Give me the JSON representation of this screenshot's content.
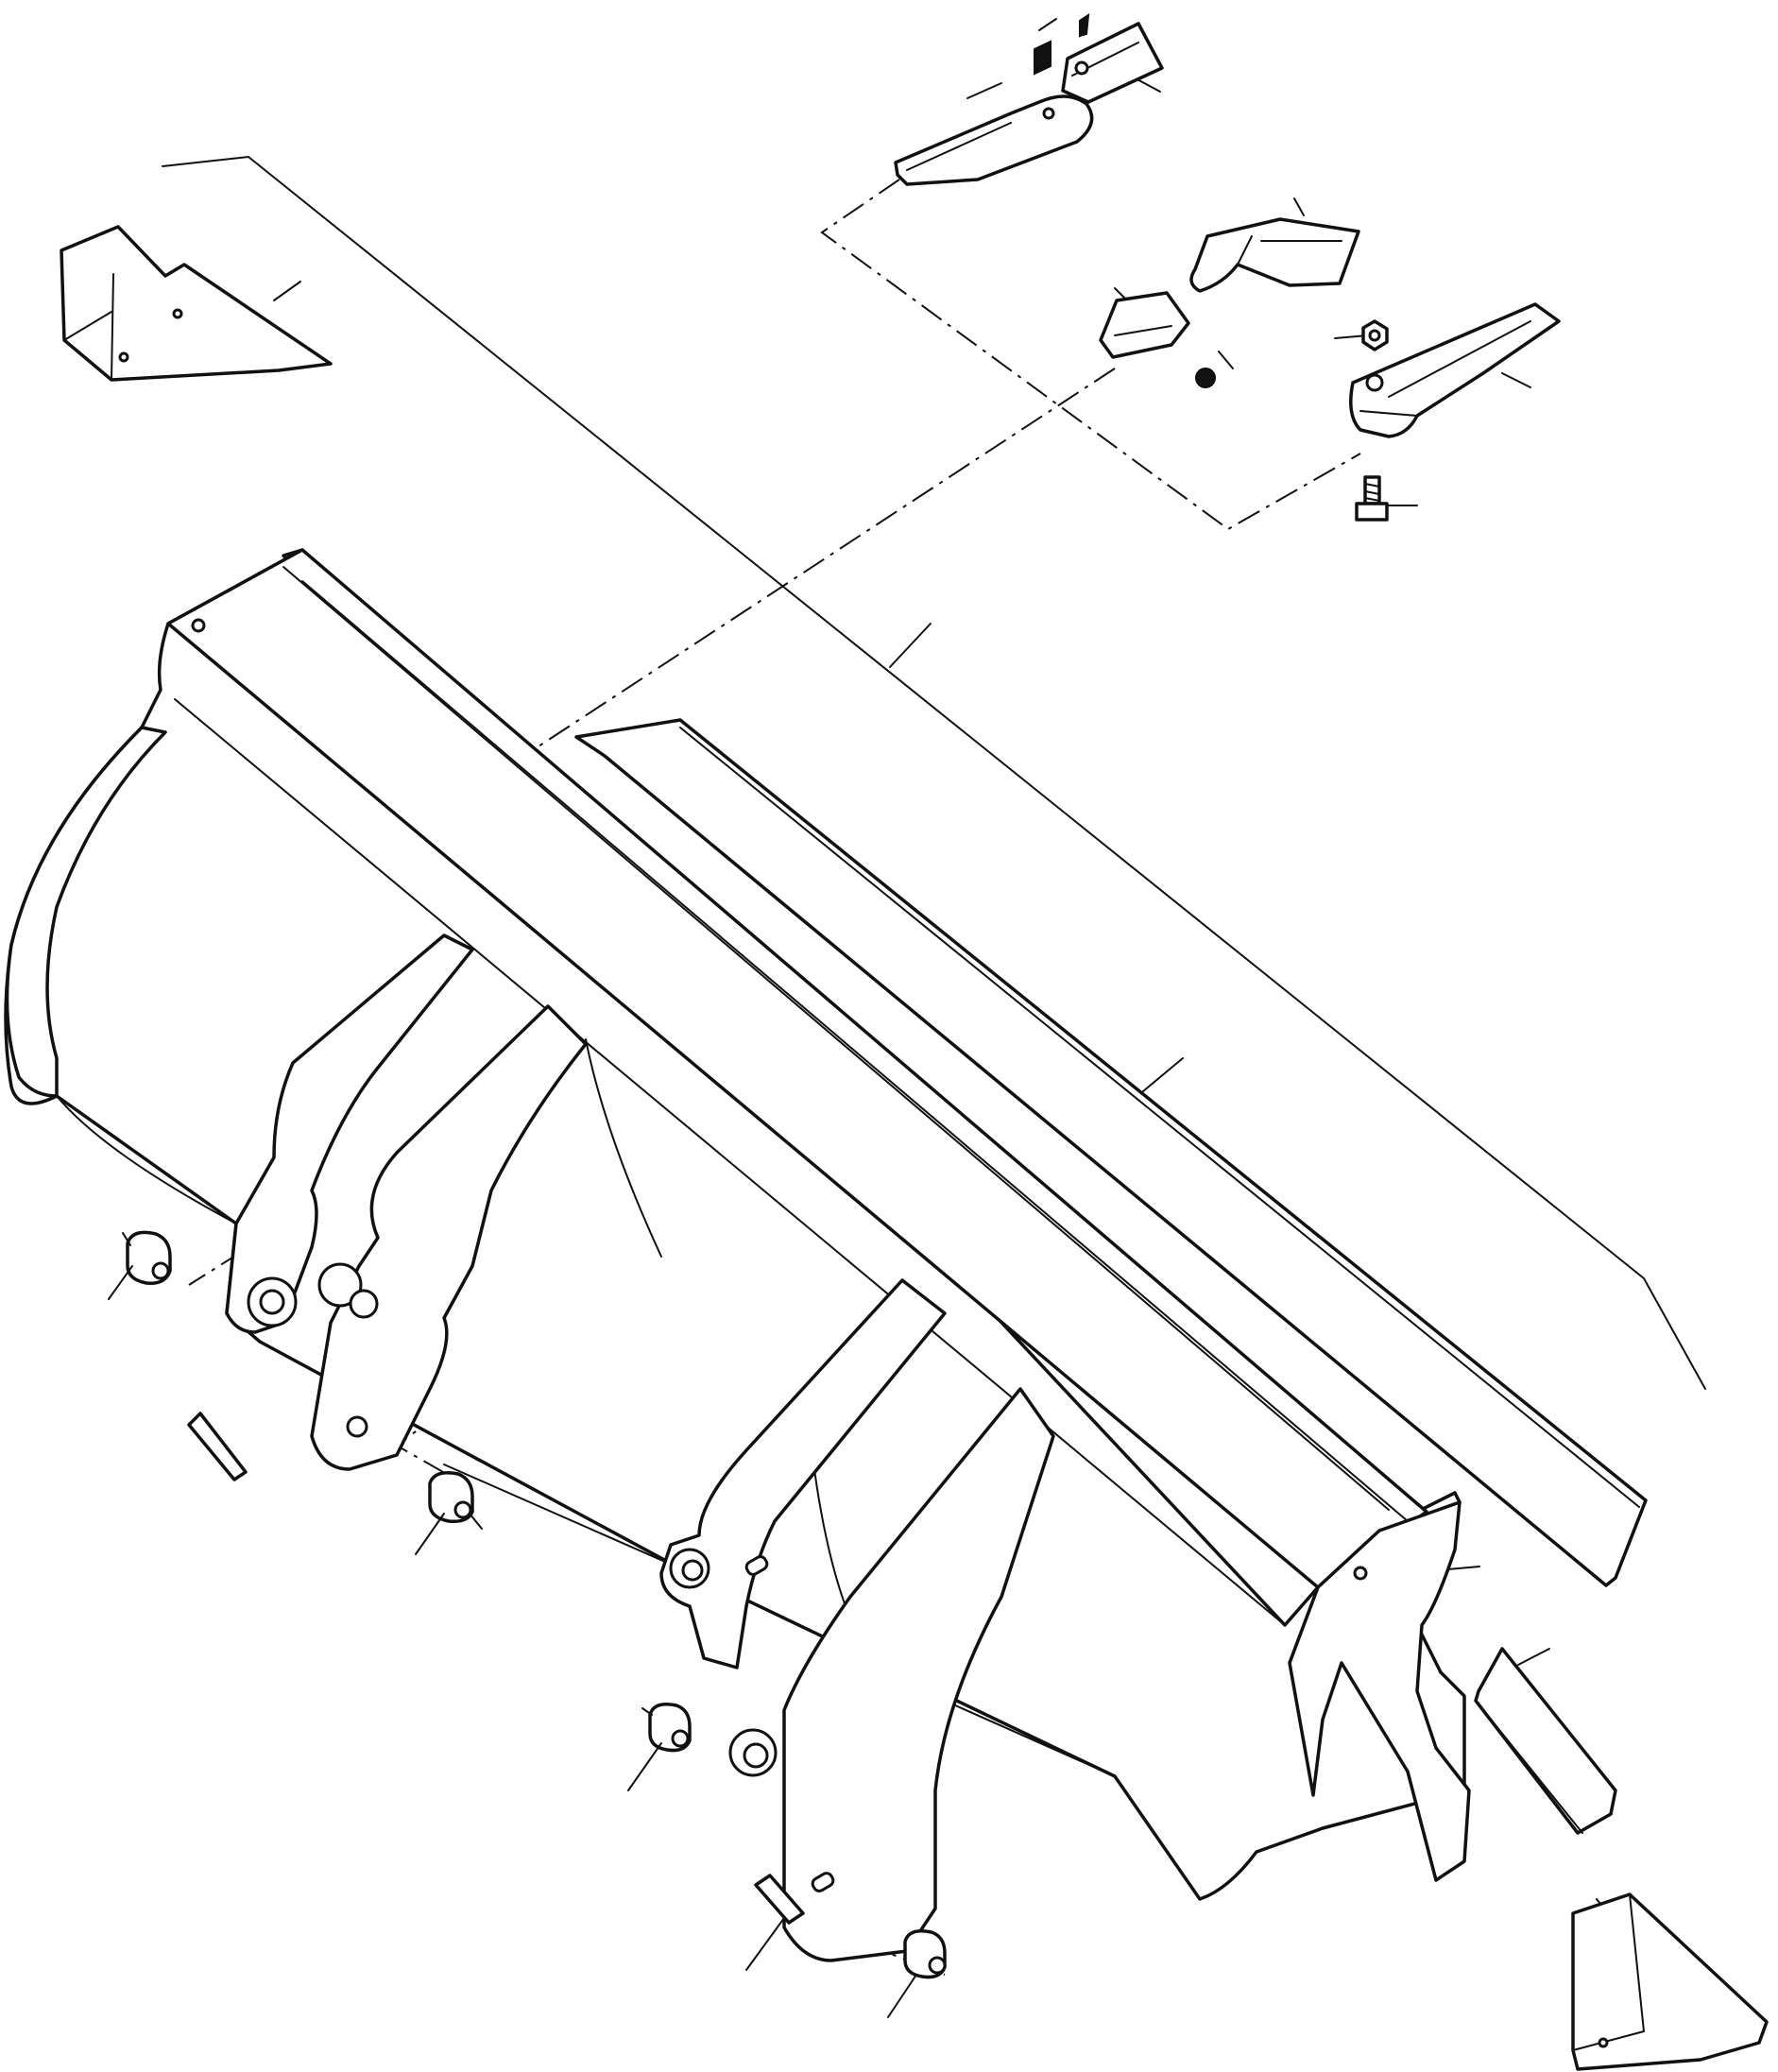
{
  "diagram": {
    "kind": "exploded parts view",
    "colors": {
      "line": "#111111",
      "background": "#ffffff"
    },
    "parts": [
      {
        "name": "bucket-shell"
      },
      {
        "name": "cutting-edge"
      },
      {
        "name": "tooth-adapter-upper"
      },
      {
        "name": "tooth-tip-upper"
      },
      {
        "name": "tooth-tip-lower"
      },
      {
        "name": "tooth-cap"
      },
      {
        "name": "tooth-adapter-lower"
      },
      {
        "name": "retaining-pin"
      },
      {
        "name": "lock-washer"
      },
      {
        "name": "hex-nut"
      },
      {
        "name": "bolt"
      },
      {
        "name": "end-bit-left"
      },
      {
        "name": "end-bit-right"
      },
      {
        "name": "side-wear-strip"
      },
      {
        "name": "pivot-bushing",
        "count": 4
      }
    ]
  }
}
